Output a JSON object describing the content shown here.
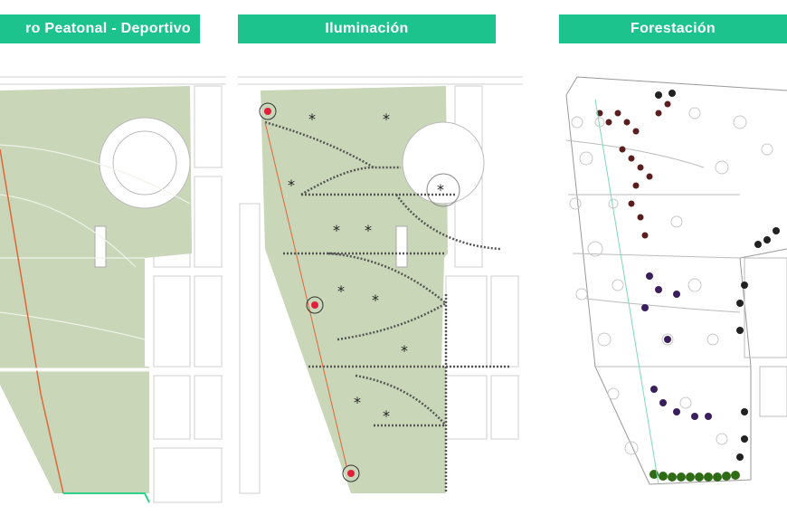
{
  "panels": [
    {
      "title": "ro Peatonal - Deportivo"
    },
    {
      "title": "Iluminación"
    },
    {
      "title": "Forestación"
    }
  ],
  "colors": {
    "header": "#1dc38c",
    "park": "#c9d6b8",
    "light": "#e01f3d",
    "tree_red": "#5a1e1e",
    "tree_purple": "#3a1f5c",
    "tree_green": "#2f6a14",
    "tree_black": "#222222"
  }
}
